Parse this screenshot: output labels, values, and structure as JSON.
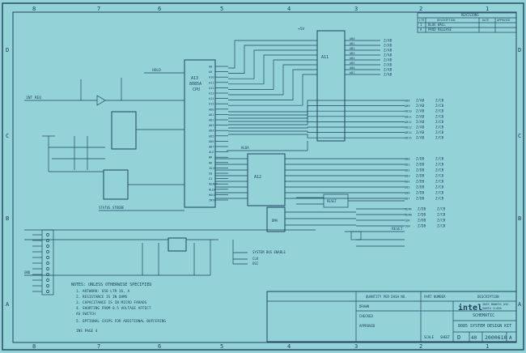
{
  "border": {
    "columns": [
      "8",
      "7",
      "6",
      "5",
      "4",
      "3",
      "2",
      "1"
    ],
    "rows": [
      "D",
      "C",
      "B",
      "A"
    ]
  },
  "revisions": {
    "title": "REVISIONS",
    "headers": [
      "LTR",
      "DESCRIPTION",
      "DATE",
      "APPROVED"
    ],
    "rows": [
      {
        "ltr": "1",
        "desc": "BLUE WALL",
        "date": "",
        "appr": ""
      },
      {
        "ltr": "A",
        "desc": "PROD RELEASE",
        "date": "",
        "appr": ""
      }
    ]
  },
  "cpu": {
    "ref": "A13",
    "part": "8085A",
    "type": "CPU"
  },
  "latch": {
    "ref": "A11"
  },
  "buffer": {
    "ref": "A12"
  },
  "pins_left": [
    "A8",
    "A9",
    "A10",
    "A11",
    "A12",
    "A13",
    "A14",
    "A15",
    "AD0",
    "AD1",
    "AD2",
    "AD3",
    "AD4",
    "AD5",
    "AD6",
    "AD7",
    "ALE",
    "WR",
    "RD",
    "IO/M",
    "S0",
    "S1",
    "READY",
    "HLDA",
    "HOLD",
    "INTR"
  ],
  "addr_out": [
    "AB0",
    "AB1",
    "AB2",
    "AB3",
    "AB4",
    "AB5",
    "AB6",
    "AB7"
  ],
  "addr_hi": [
    "AB8",
    "AB9",
    "AB10",
    "AB11",
    "AB12",
    "AB13",
    "AB14",
    "AB15"
  ],
  "data_out": [
    "DB0",
    "DB1",
    "DB2",
    "DB3",
    "DB4",
    "DB5",
    "DB6",
    "DB7"
  ],
  "ctrl_out": [
    "MEMR",
    "MEMW",
    "IOR",
    "IOW"
  ],
  "sheet_refs": {
    "zd": "Z/DB",
    "zc": "Z/CB",
    "za": "Z/AB"
  },
  "misc_labels": {
    "vcc": "+5V",
    "hold": "HOLD",
    "intr": "INT REQ",
    "reset": "RESET",
    "status": "STATUS STROBE",
    "sysbus": "SYSTEM BUS ENABLE",
    "clk": "CLK",
    "osc": "OSC",
    "hlda": "HLDA",
    "reset_out": "RESET",
    "dma": "DMA",
    "gnd": "GND"
  },
  "notes": {
    "title": "NOTES: UNLESS OTHERWISE SPECIFIED",
    "lines": [
      "1. ARTWORK: 650 LTR 16, A",
      "2. RESISTANCE IS IN OHMS",
      "3. CAPACITANCE IS IN MICRO FARADS",
      "4. SHORTING FROM 0.5 VOLTAGE AFFECT",
      "   AS SWITCH",
      "5. OPTIONAL CHIPS FOR ADDITIONAL BUFFERING"
    ],
    "see": "INS PAGE 4"
  },
  "title_block": {
    "company": "intel",
    "addr1": "3065 BOWERS AVE.",
    "addr2": "SANTA CLARA",
    "title1": "SCHEMATIC",
    "title2": "8085 SYSTEM DESIGN KIT",
    "size": "D",
    "cage": "40",
    "drawing_no": "2000610",
    "rev": "A",
    "part_number": "PART NUMBER",
    "description": "DESCRIPTION",
    "qty": "QUANTITY PER DASH NO.",
    "drawn": "DRAWN",
    "checked": "CHECKED",
    "scale": "SCALE",
    "sheet": "SHEET",
    "approved": "APPROVED"
  }
}
